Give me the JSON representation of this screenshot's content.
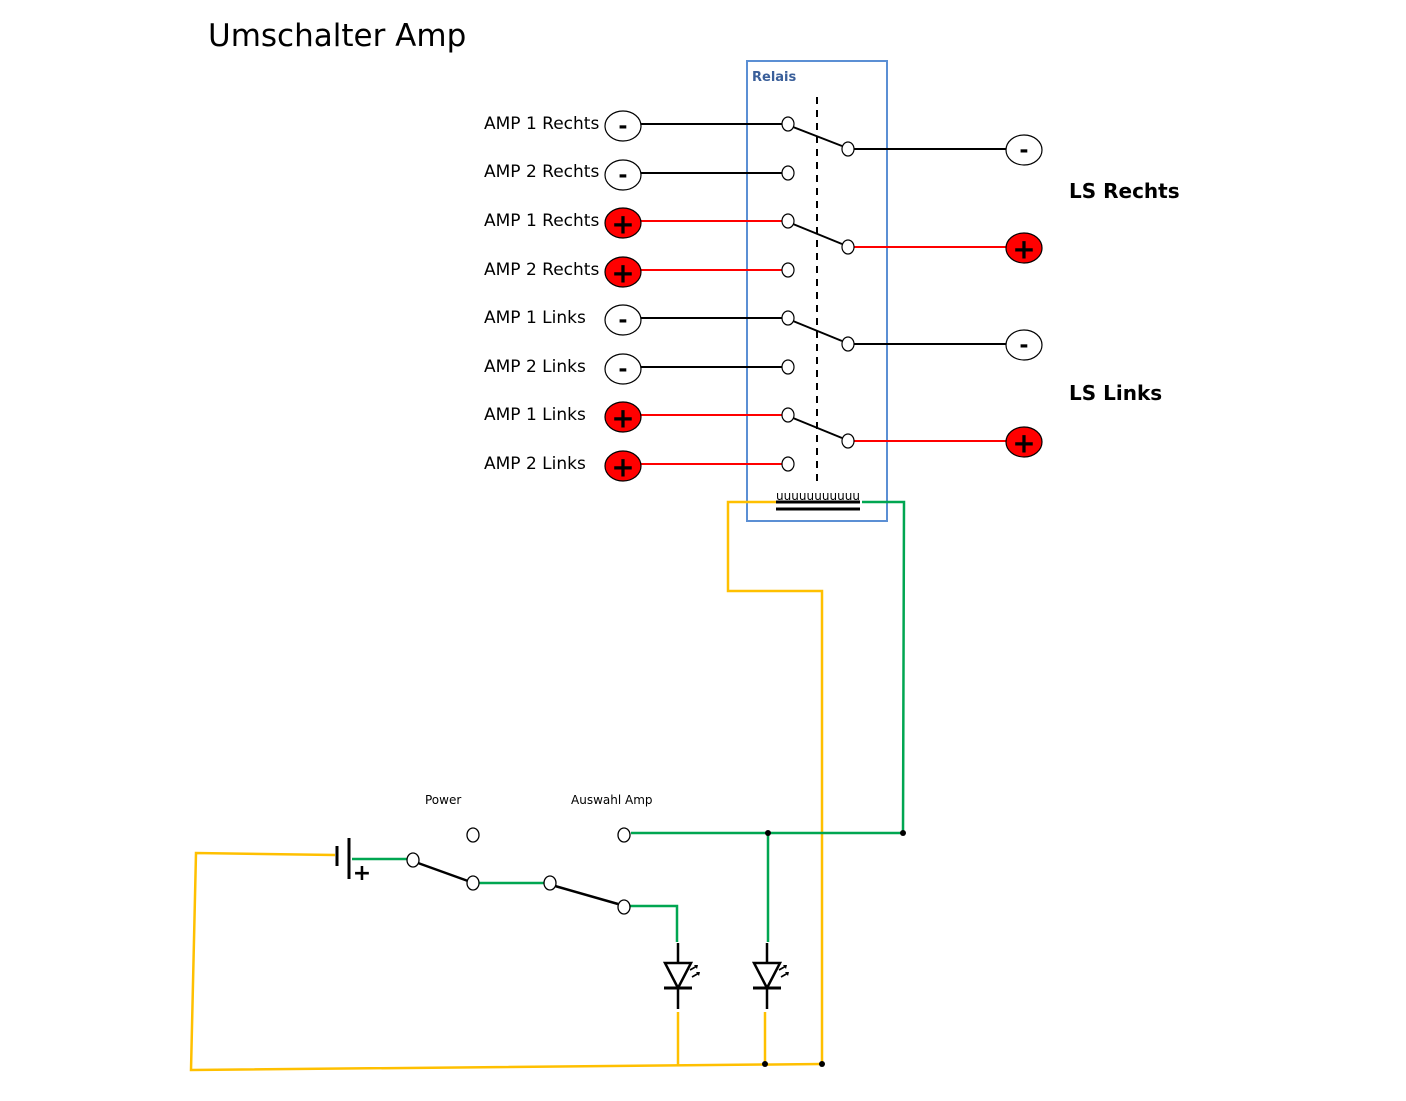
{
  "title": "Umschalter Amp",
  "colors": {
    "negative_wire": "#000000",
    "positive_wire": "#ff0000",
    "terminal_positive_fill": "#ff0000",
    "terminal_negative_fill": "#ffffff",
    "relay_box": "#5b8fd4",
    "relay_label": "#3a5f9a",
    "wire_green": "#00a651",
    "wire_yellow": "#ffc000"
  },
  "relay": {
    "label": "Relais",
    "coil_symbol": "uuuuuuuuuuu"
  },
  "amp_inputs": [
    {
      "label": "AMP 1 Rechts",
      "polarity": "-",
      "polarity_icon": "minus-icon"
    },
    {
      "label": "AMP 2 Rechts",
      "polarity": "-",
      "polarity_icon": "minus-icon"
    },
    {
      "label": "AMP 1 Rechts",
      "polarity": "+",
      "polarity_icon": "plus-icon"
    },
    {
      "label": "AMP 2 Rechts",
      "polarity": "+",
      "polarity_icon": "plus-icon"
    },
    {
      "label": "AMP 1 Links",
      "polarity": "-",
      "polarity_icon": "minus-icon"
    },
    {
      "label": "AMP 2 Links",
      "polarity": "-",
      "polarity_icon": "minus-icon"
    },
    {
      "label": "AMP 1 Links",
      "polarity": "+",
      "polarity_icon": "plus-icon"
    },
    {
      "label": "AMP 2 Links",
      "polarity": "+",
      "polarity_icon": "plus-icon"
    }
  ],
  "speaker_outputs": [
    {
      "polarity": "-",
      "group": "LS Rechts"
    },
    {
      "polarity": "+",
      "group": "LS Rechts"
    },
    {
      "polarity": "-",
      "group": "LS Links"
    },
    {
      "polarity": "+",
      "group": "LS Links"
    }
  ],
  "speaker_groups": [
    "LS Rechts",
    "LS Links"
  ],
  "control": {
    "power_label": "Power",
    "select_label": "Auswahl Amp",
    "battery_polarity": "+",
    "leds": [
      "led-amp-1",
      "led-amp-2"
    ]
  }
}
